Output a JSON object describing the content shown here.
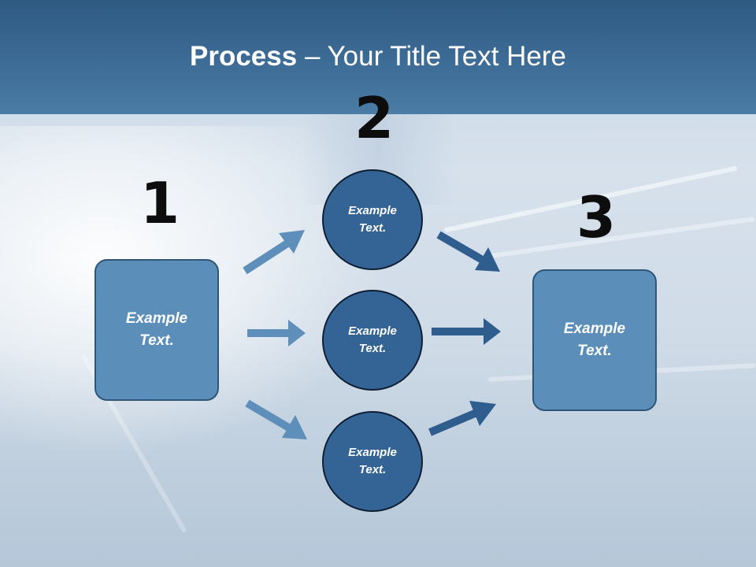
{
  "title": {
    "strong": "Process",
    "rest": " – Your Title Text Here"
  },
  "steps": [
    "1",
    "2",
    "3"
  ],
  "left_box": {
    "text": "Example Text."
  },
  "circles": [
    {
      "text": "Example Text."
    },
    {
      "text": "Example Text."
    },
    {
      "text": "Example Text."
    }
  ],
  "right_box": {
    "text": "Example Text."
  },
  "colors": {
    "header": "#3d6c96",
    "box_fill": "#5b8fba",
    "circle_fill": "#346496",
    "arrow_light": "#5e8fba",
    "arrow_dark": "#2e5d8e"
  }
}
